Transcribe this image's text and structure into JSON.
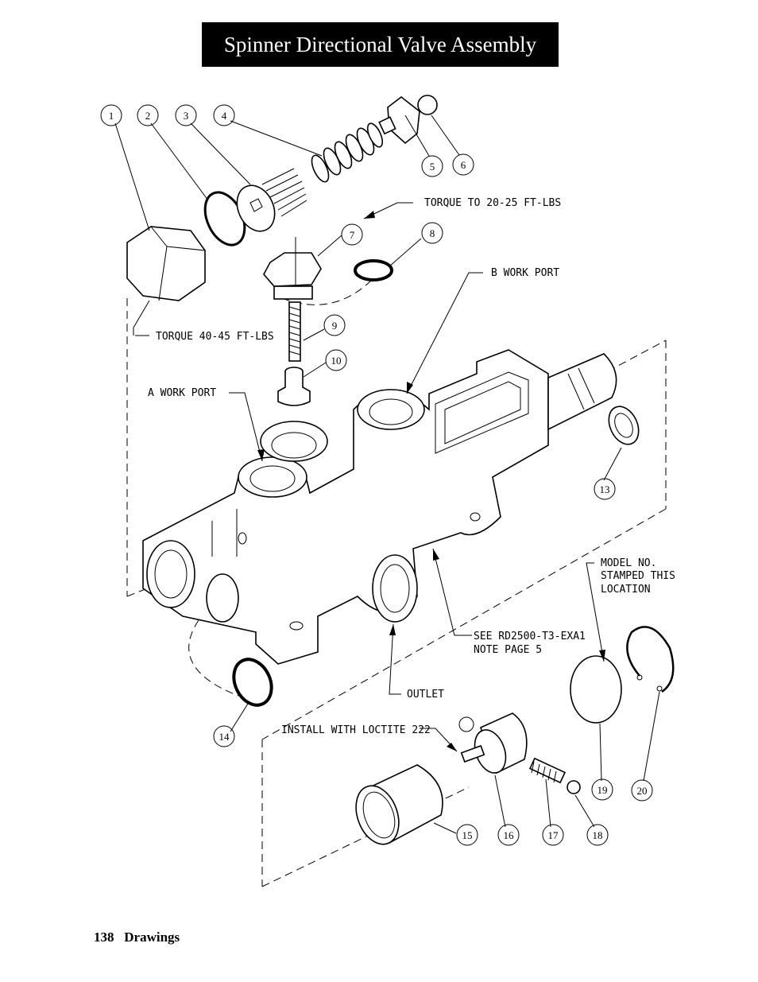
{
  "header": {
    "title": "Spinner Directional Valve Assembly"
  },
  "footer": {
    "page_number": "138",
    "section": "Drawings"
  },
  "callouts": [
    "1",
    "2",
    "3",
    "4",
    "5",
    "6",
    "7",
    "8",
    "9",
    "10",
    "13",
    "14",
    "15",
    "16",
    "17",
    "18",
    "19",
    "20"
  ],
  "notes": {
    "torque_plug": "TORQUE 40-45 FT-LBS",
    "torque_cap": "TORQUE TO 20-25 FT-LBS",
    "b_port": "B WORK PORT",
    "a_port": "A WORK PORT",
    "outlet": "OUTLET",
    "see_note_1": "SEE RD2500-T3-EXA1",
    "see_note_2": "NOTE PAGE 5",
    "model_1": "MODEL NO.",
    "model_2": "STAMPED THIS",
    "model_3": "LOCATION",
    "loctite": "INSTALL WITH LOCTITE 222"
  }
}
